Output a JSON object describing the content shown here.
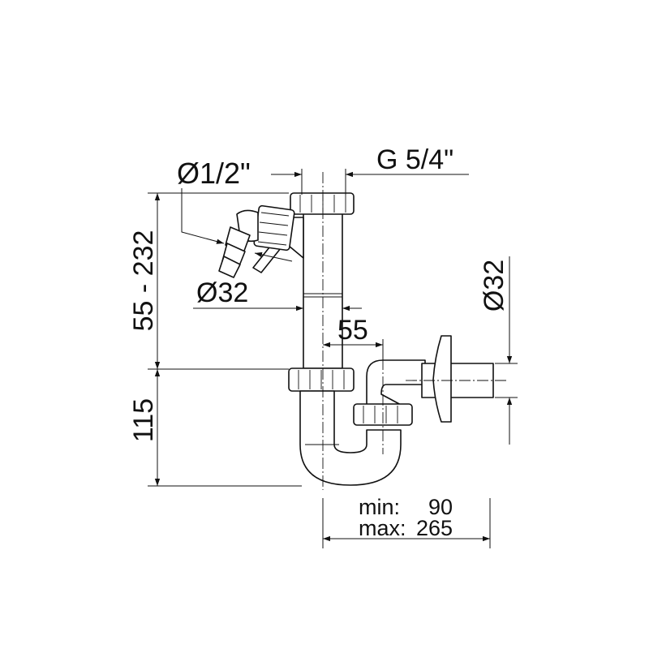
{
  "labels": {
    "inlet_thread": "Ø1/2\"",
    "outlet_thread": "G 5/4\"",
    "pipe_diameter": "Ø32",
    "offset": "55",
    "height_range": "55 - 232",
    "trap_height": "115",
    "wall_outlet_diameter": "Ø32",
    "length_min_label": "min:",
    "length_min_value": "90",
    "length_max_label": "max:",
    "length_max_value": "265"
  }
}
